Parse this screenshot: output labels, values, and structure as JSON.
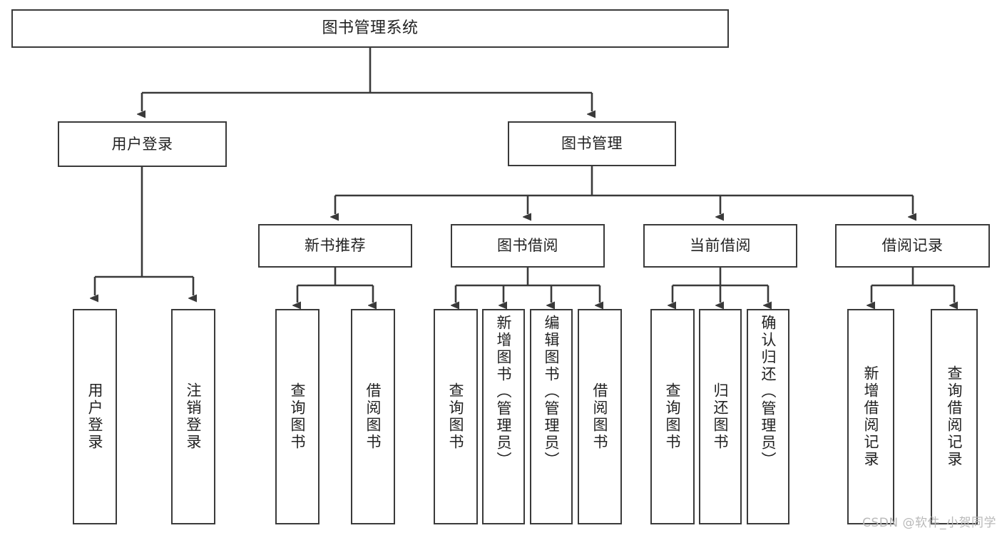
{
  "diagram": {
    "type": "tree",
    "title": "图书管理系统",
    "orientation": "top-down",
    "colors": {
      "background": "#ffffff",
      "box_border": "#3a3a3a",
      "box_fill": "#ffffff",
      "connector": "#3a3a3a",
      "text": "#222222",
      "watermark": "#b9b9b9"
    },
    "root": {
      "label": "图书管理系统"
    },
    "tier1": [
      {
        "label": "用户登录"
      },
      {
        "label": "图书管理"
      }
    ],
    "tier2": [
      {
        "label": "新书推荐"
      },
      {
        "label": "图书借阅"
      },
      {
        "label": "当前借阅"
      },
      {
        "label": "借阅记录"
      }
    ],
    "leaves": {
      "user_login": [
        {
          "label": "用户登录"
        },
        {
          "label": "注销登录"
        }
      ],
      "new_book": [
        {
          "label": "查询图书"
        },
        {
          "label": "借阅图书"
        }
      ],
      "borrow": [
        {
          "label": "查询图书"
        },
        {
          "label": "新增图书（管理员）"
        },
        {
          "label": "编辑图书（管理员）"
        },
        {
          "label": "借阅图书"
        }
      ],
      "current": [
        {
          "label": "查询图书"
        },
        {
          "label": "归还图书"
        },
        {
          "label": "确认归还（管理员）"
        }
      ],
      "records": [
        {
          "label": "新增借阅记录"
        },
        {
          "label": "查询借阅记录"
        }
      ]
    }
  },
  "watermark": {
    "text": "CSDN @软件_小贺同学"
  }
}
